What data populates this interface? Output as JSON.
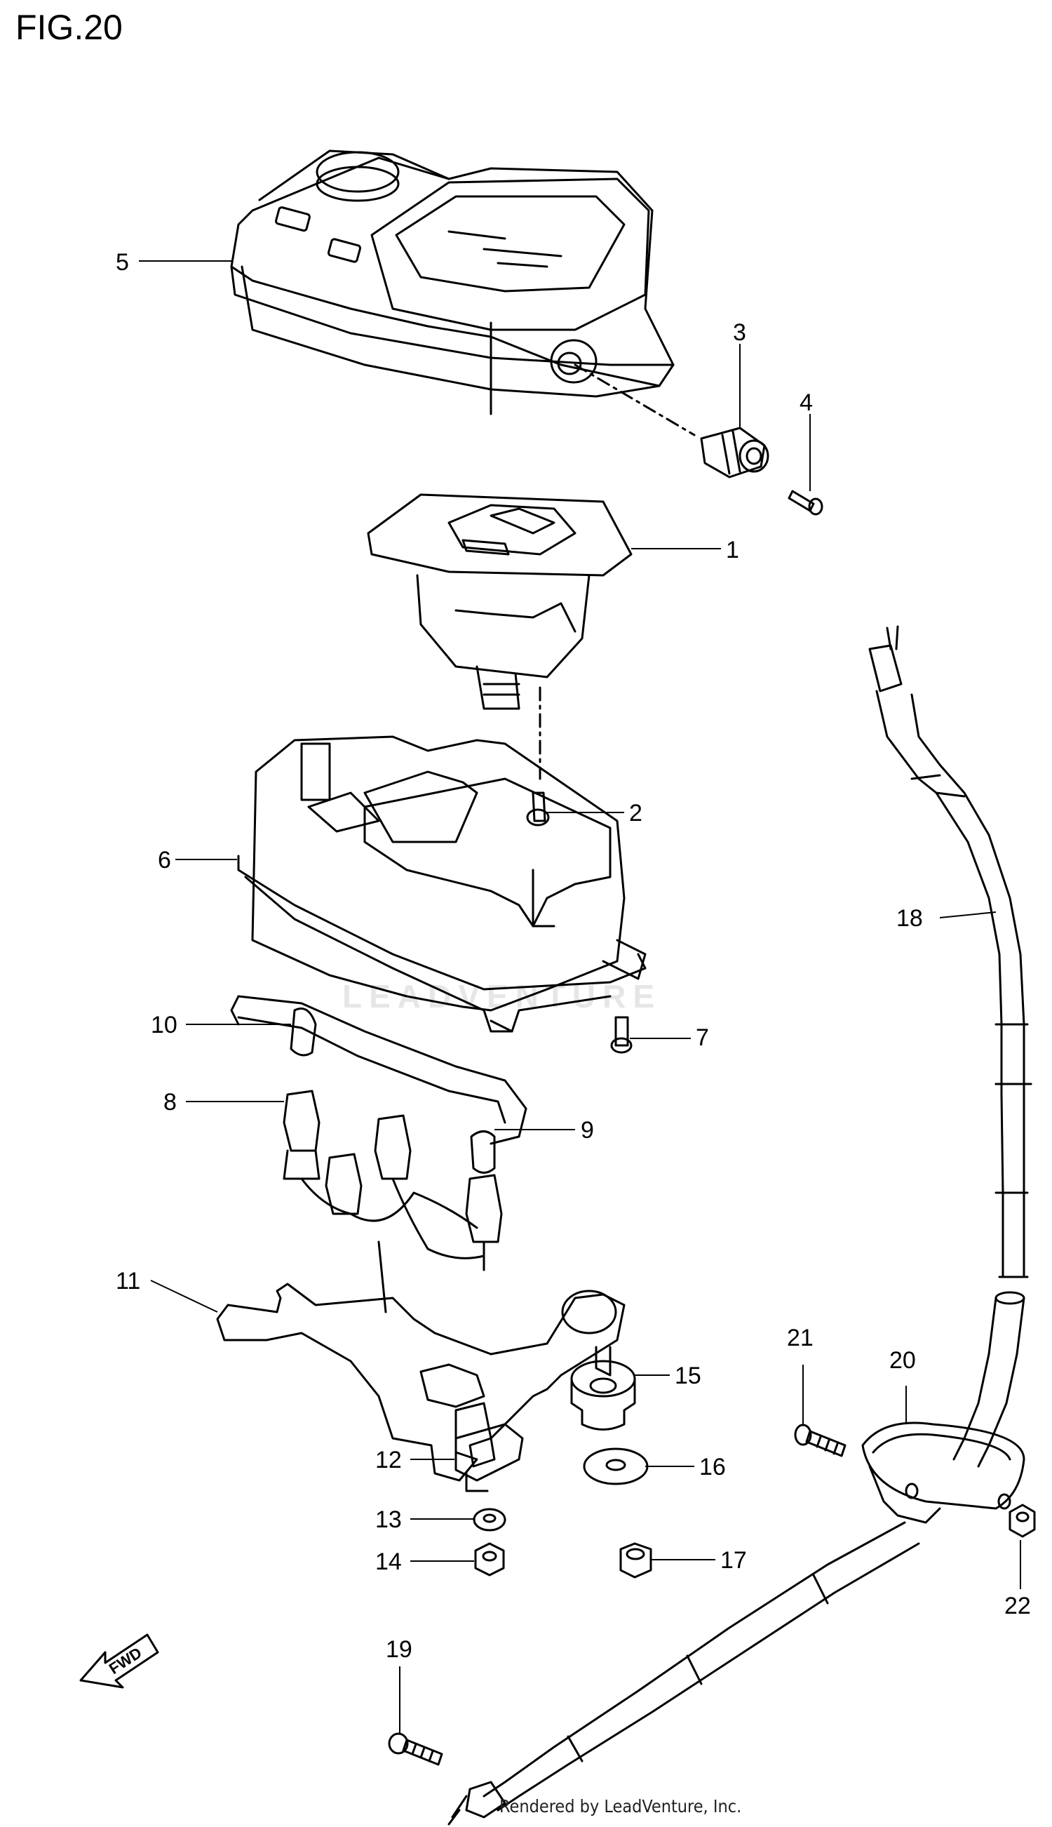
{
  "figure": {
    "title": "FIG.20",
    "footer": "Rendered by LeadVenture, Inc.",
    "watermark": "LEADVENTURE",
    "fwd_label": "FWD"
  },
  "callouts": [
    {
      "id": "1",
      "label": "1"
    },
    {
      "id": "2",
      "label": "2"
    },
    {
      "id": "3",
      "label": "3"
    },
    {
      "id": "4",
      "label": "4"
    },
    {
      "id": "5",
      "label": "5"
    },
    {
      "id": "6",
      "label": "6"
    },
    {
      "id": "7",
      "label": "7"
    },
    {
      "id": "8",
      "label": "8"
    },
    {
      "id": "9",
      "label": "9"
    },
    {
      "id": "10",
      "label": "10"
    },
    {
      "id": "11",
      "label": "11"
    },
    {
      "id": "12",
      "label": "12"
    },
    {
      "id": "13",
      "label": "13"
    },
    {
      "id": "14",
      "label": "14"
    },
    {
      "id": "15",
      "label": "15"
    },
    {
      "id": "16",
      "label": "16"
    },
    {
      "id": "17",
      "label": "17"
    },
    {
      "id": "18",
      "label": "18"
    },
    {
      "id": "19",
      "label": "19"
    },
    {
      "id": "20",
      "label": "20"
    },
    {
      "id": "21",
      "label": "21"
    },
    {
      "id": "22",
      "label": "22"
    }
  ]
}
